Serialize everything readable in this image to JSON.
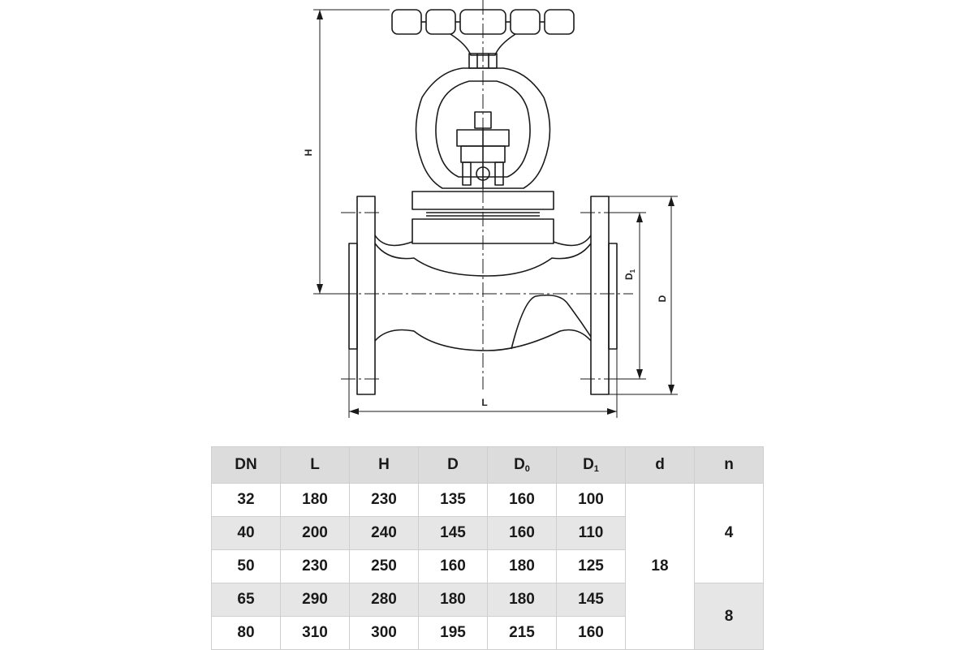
{
  "diagram": {
    "dimension_labels": {
      "height": "H",
      "length": "L",
      "diameter": "D",
      "bolt_circle": "D",
      "bolt_circle_sub": "1"
    }
  },
  "table": {
    "headers": [
      {
        "main": "DN",
        "sub": ""
      },
      {
        "main": "L",
        "sub": ""
      },
      {
        "main": "H",
        "sub": ""
      },
      {
        "main": "D",
        "sub": ""
      },
      {
        "main": "D",
        "sub": "0"
      },
      {
        "main": "D",
        "sub": "1"
      },
      {
        "main": "d",
        "sub": ""
      },
      {
        "main": "n",
        "sub": ""
      }
    ],
    "rows": [
      [
        "32",
        "180",
        "230",
        "135",
        "160",
        "100"
      ],
      [
        "40",
        "200",
        "240",
        "145",
        "160",
        "110"
      ],
      [
        "50",
        "230",
        "250",
        "160",
        "180",
        "125"
      ],
      [
        "65",
        "290",
        "280",
        "180",
        "180",
        "145"
      ],
      [
        "80",
        "310",
        "300",
        "195",
        "215",
        "160"
      ]
    ],
    "d_value": "18",
    "n_values": [
      "4",
      "8"
    ]
  }
}
